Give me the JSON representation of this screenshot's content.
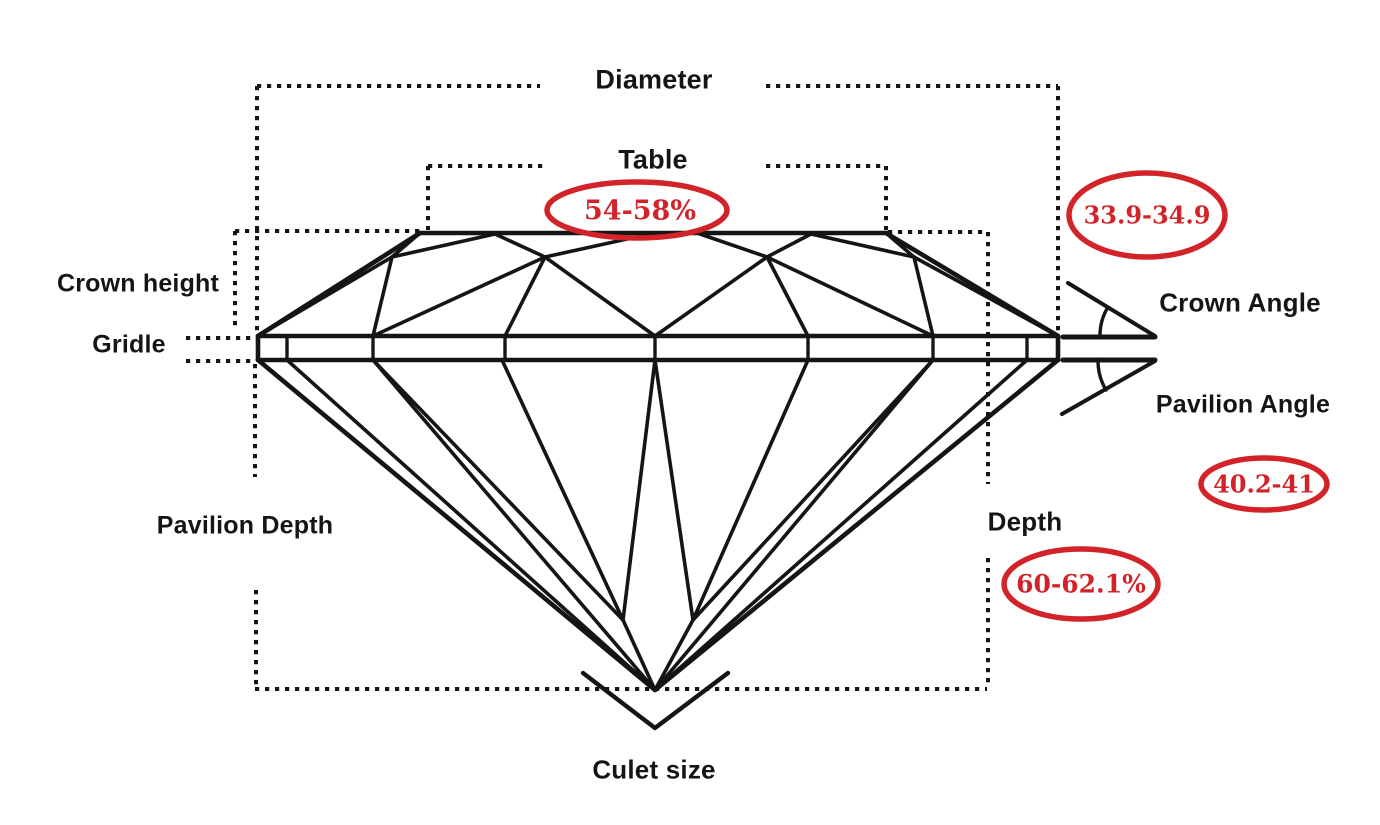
{
  "labels": {
    "diameter": "Diameter",
    "table": "Table",
    "crown_height": "Crown height",
    "gridle": "Gridle",
    "pavilion_depth": "Pavilion Depth",
    "culet_size": "Culet size",
    "depth": "Depth",
    "crown_angle": "Crown Angle",
    "pavilion_angle": "Pavilion Angle"
  },
  "values": {
    "table_size": "54-58%",
    "crown_angle": "33.9-34.9",
    "pavilion_angle": "40.2-41",
    "total_depth": "60-62.1%"
  },
  "measurements": [
    {
      "label": "Table",
      "value": "54-58%"
    },
    {
      "label": "Crown Angle",
      "value": "33.9-34.9"
    },
    {
      "label": "Pavilion Angle",
      "value": "40.2-41"
    },
    {
      "label": "Depth",
      "value": "60-62.1%"
    }
  ],
  "colors": {
    "annotation_red": "#d22328",
    "line_black": "#151515"
  }
}
